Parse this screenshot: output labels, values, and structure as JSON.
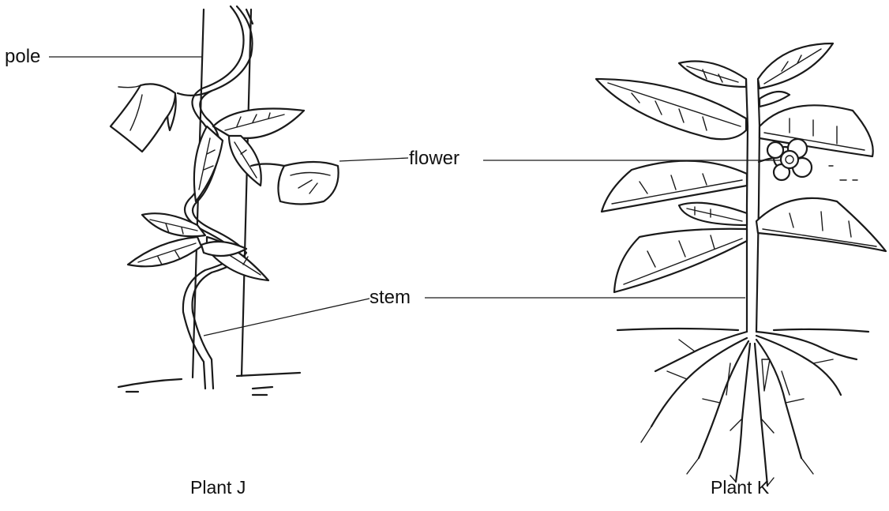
{
  "labels": {
    "pole": "pole",
    "flower": "flower",
    "stem": "stem"
  },
  "captions": {
    "plant_j": "Plant J",
    "plant_k": "Plant K"
  }
}
